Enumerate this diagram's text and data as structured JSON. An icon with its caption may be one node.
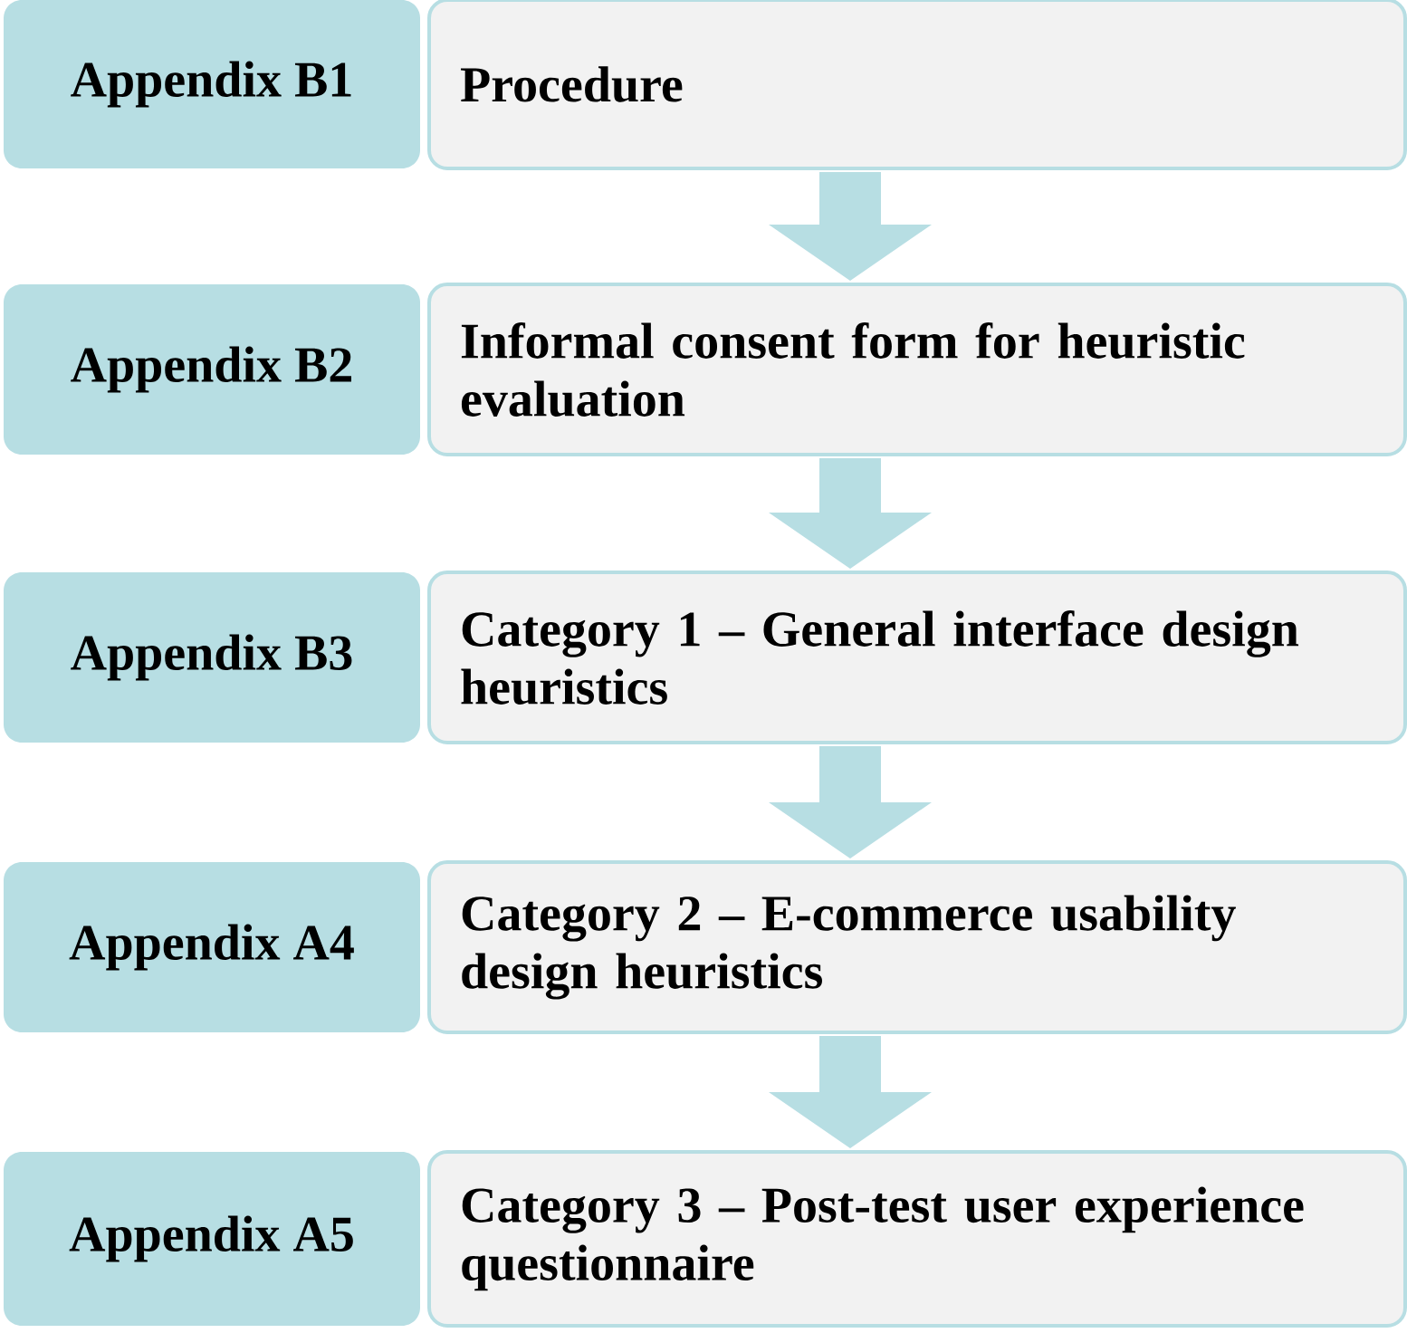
{
  "diagram": {
    "nodes": [
      {
        "text": [
          "Appendix B1"
        ]
      },
      {
        "text": [
          "Procedure"
        ]
      },
      {
        "text": [
          "Appendix B2"
        ]
      },
      {
        "text": [
          "Informal consent form for heuristic evaluation"
        ]
      },
      {
        "text": [
          "Appendix B3"
        ]
      },
      {
        "text": [
          "Category 1 – General interface design heuristics"
        ]
      },
      {
        "text": [
          "Appendix A4"
        ]
      },
      {
        "text": [
          "Category 2 – E-commerce usability design heuristics"
        ]
      },
      {
        "text": [
          "Appendix A5"
        ]
      },
      {
        "text": [
          "Category 3 – Post-test user experience questionnaire"
        ]
      }
    ],
    "edges": [
      {
        "from": 1,
        "to": 3,
        "arrow": "to"
      },
      {
        "from": 3,
        "to": 5,
        "arrow": "to"
      },
      {
        "from": 5,
        "to": 7,
        "arrow": "to"
      },
      {
        "from": 7,
        "to": 9,
        "arrow": "to"
      }
    ]
  }
}
